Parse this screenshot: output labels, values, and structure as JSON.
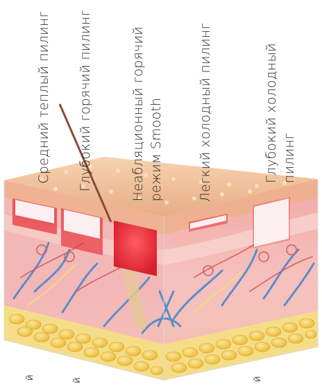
{
  "labels": {
    "medium_warm": "Средний теплый пилинг",
    "deep_hot": "Глубокий горячий пилинг",
    "nonablative": "Неабляционный горячий\nрежим Smooth",
    "light_cold": "Легкий холодный пилинг",
    "deep_cold": "Глубокий холодный\nпилинг"
  },
  "edge_glyphs": [
    "й",
    "й",
    "й"
  ],
  "colors": {
    "epidermis_top": "#f3c9a0",
    "epidermis_cells": "#e9b48a",
    "dermis": "#f3b3b2",
    "dermis_light": "#f7c9c6",
    "fat": "#f6d45e",
    "fat_dark": "#e9b93b",
    "vessel_blue": "#5b8dc9",
    "vessel_red": "#d9606a",
    "peel_red": "#e8353f",
    "peel_white": "#fbeff0"
  }
}
